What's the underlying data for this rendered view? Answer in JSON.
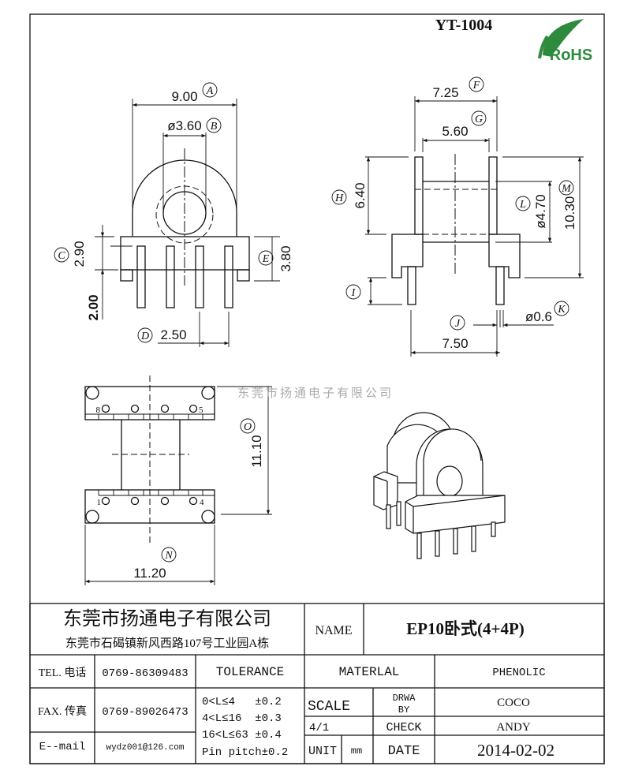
{
  "drawing": {
    "part_number": "YT-1004",
    "logo_text": "RoHS",
    "watermark": "东莞市扬通电子有限公司",
    "dimensions": {
      "A": {
        "tag": "A",
        "value": "9.00"
      },
      "B": {
        "tag": "B",
        "value": "ø3.60"
      },
      "C": {
        "tag": "C",
        "value": "2.90"
      },
      "pin_length": {
        "value": "2.00"
      },
      "D": {
        "tag": "D",
        "value": "2.50"
      },
      "E": {
        "tag": "E",
        "value": "3.80"
      },
      "F": {
        "tag": "F",
        "value": "7.25"
      },
      "G": {
        "tag": "G",
        "value": "5.60"
      },
      "H": {
        "tag": "H",
        "value": "6.40"
      },
      "I": {
        "tag": "I"
      },
      "J": {
        "tag": "J",
        "value": "7.50"
      },
      "K": {
        "tag": "K",
        "value": "ø0.6"
      },
      "L": {
        "tag": "L",
        "value": "ø4.70"
      },
      "M": {
        "tag": "M",
        "value": "10.30"
      },
      "N": {
        "tag": "N",
        "value": "11.20"
      },
      "O": {
        "tag": "O",
        "value": "11.10"
      }
    },
    "pin_labels": {
      "p8": "8",
      "p5": "5",
      "p1": "1",
      "p4": "4"
    }
  },
  "title_block": {
    "company": "东莞市扬通电子有限公司",
    "address": "东莞市石碣镇新风西路107号工业园A栋",
    "name_label": "NAME",
    "name_value": "EP10卧式(4+4P)",
    "tel_label": "TEL. 电话",
    "tel_value": "0769-86309483",
    "fax_label": "FAX. 传真",
    "fax_value": "0769-89026473",
    "email_label": "E--mail",
    "email_value": "wydz001@126.com",
    "tolerance_label": "TOLERANCE",
    "tolerances": [
      "0<L≤4   ±0.2",
      "4<L≤16  ±0.3",
      "16<L≤63 ±0.4",
      "Pin pitch±0.2"
    ],
    "material_label": "MATERLAL",
    "material_value": "PHENOLIC",
    "scale_label": "SCALE",
    "scale_value": "4/1",
    "unit_label": "UNIT",
    "unit_value": "mm",
    "drawn_by_label_1": "DRWA",
    "drawn_by_label_2": "BY",
    "drawn_by_value": "COCO",
    "check_label": "CHECK",
    "check_value": "ANDY",
    "date_label": "DATE",
    "date_value": "2014-02-02"
  }
}
